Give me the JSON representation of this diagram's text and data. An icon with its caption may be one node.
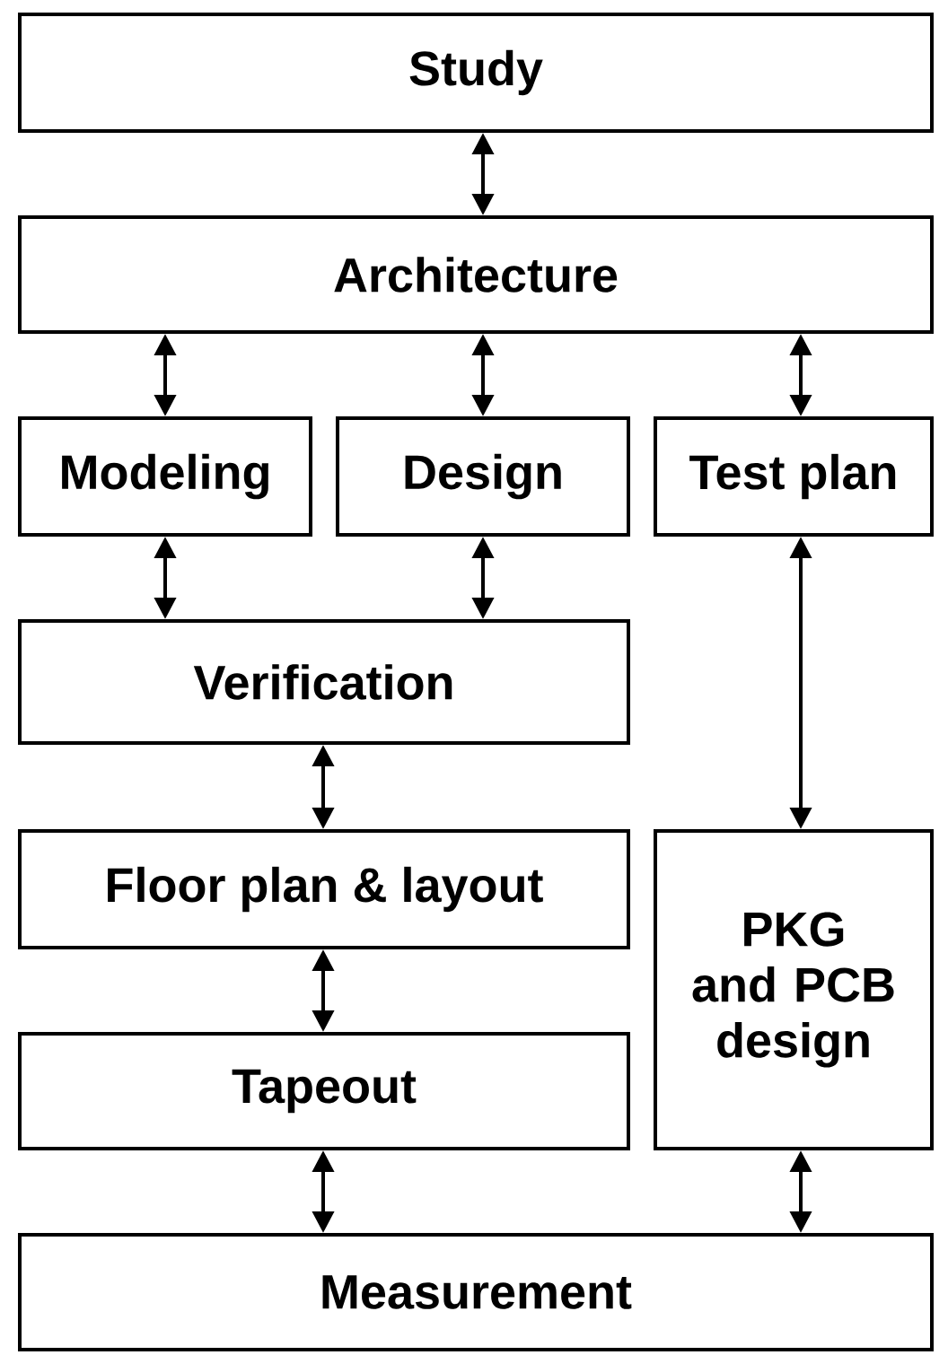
{
  "diagram": {
    "nodes": [
      {
        "text": [
          "Study"
        ]
      },
      {
        "text": [
          "Architecture"
        ]
      },
      {
        "text": [
          "Modeling"
        ]
      },
      {
        "text": [
          "Design"
        ]
      },
      {
        "text": [
          "Test plan"
        ]
      },
      {
        "text": [
          "Verification"
        ]
      },
      {
        "text": [
          "Floor plan & layout"
        ]
      },
      {
        "text": [
          "Tapeout"
        ]
      },
      {
        "text": [
          "PKG and PCB design"
        ]
      },
      {
        "text": [
          "Measurement"
        ]
      }
    ],
    "edges": [
      {
        "from": 0,
        "to": 1,
        "arrow": "both"
      },
      {
        "from": 1,
        "to": 2,
        "arrow": "both"
      },
      {
        "from": 1,
        "to": 3,
        "arrow": "both"
      },
      {
        "from": 1,
        "to": 4,
        "arrow": "both"
      },
      {
        "from": 2,
        "to": 5,
        "arrow": "both"
      },
      {
        "from": 3,
        "to": 5,
        "arrow": "both"
      },
      {
        "from": 4,
        "to": 8,
        "arrow": "both"
      },
      {
        "from": 5,
        "to": 6,
        "arrow": "both"
      },
      {
        "from": 6,
        "to": 7,
        "arrow": "both"
      },
      {
        "from": 7,
        "to": 9,
        "arrow": "both"
      },
      {
        "from": 8,
        "to": 9,
        "arrow": "both"
      }
    ]
  }
}
